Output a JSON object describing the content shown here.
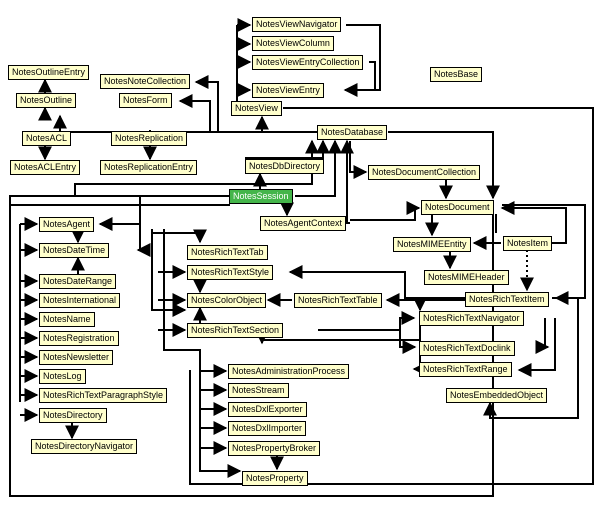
{
  "nodes": {
    "notes_outline_entry": "NotesOutlineEntry",
    "notes_outline": "NotesOutline",
    "notes_acl": "NotesACL",
    "notes_acl_entry": "NotesACLEntry",
    "notes_note_collection": "NotesNoteCollection",
    "notes_form": "NotesForm",
    "notes_replication": "NotesReplication",
    "notes_replication_entry": "NotesReplicationEntry",
    "notes_view_navigator": "NotesViewNavigator",
    "notes_view_column": "NotesViewColumn",
    "notes_view_entry_collection": "NotesViewEntryCollection",
    "notes_view_entry": "NotesViewEntry",
    "notes_view": "NotesView",
    "notes_base": "NotesBase",
    "notes_database": "NotesDatabase",
    "notes_db_directory": "NotesDbDirectory",
    "notes_document_collection": "NotesDocumentCollection",
    "notes_session": "NotesSession",
    "notes_agent_context": "NotesAgentContext",
    "notes_document": "NotesDocument",
    "notes_agent": "NotesAgent",
    "notes_date_time": "NotesDateTime",
    "notes_date_range": "NotesDateRange",
    "notes_international": "NotesInternational",
    "notes_name": "NotesName",
    "notes_registration": "NotesRegistration",
    "notes_newsletter": "NotesNewsletter",
    "notes_log": "NotesLog",
    "notes_rich_text_paragraph_style": "NotesRichTextParagraphStyle",
    "notes_directory": "NotesDirectory",
    "notes_directory_navigator": "NotesDirectoryNavigator",
    "notes_rich_text_tab": "NotesRichTextTab",
    "notes_rich_text_style": "NotesRichTextStyle",
    "notes_color_object": "NotesColorObject",
    "notes_rich_text_table": "NotesRichTextTable",
    "notes_rich_text_section": "NotesRichTextSection",
    "notes_mime_entity": "NotesMIMEEntity",
    "notes_item": "NotesItem",
    "notes_mime_header": "NotesMIMEHeader",
    "notes_rich_text_item": "NotesRichTextItem",
    "notes_rich_text_navigator": "NotesRichTextNavigator",
    "notes_rich_text_doclink": "NotesRichTextDoclink",
    "notes_rich_text_range": "NotesRichTextRange",
    "notes_embedded_object": "NotesEmbeddedObject",
    "notes_administration_process": "NotesAdministrationProcess",
    "notes_stream": "NotesStream",
    "notes_dxl_exporter": "NotesDxlExporter",
    "notes_dxl_importer": "NotesDxlImporter",
    "notes_property_broker": "NotesPropertyBroker",
    "notes_property": "NotesProperty"
  },
  "colors": {
    "node_fill": "#ffffcc",
    "root_fill": "#44b54a",
    "line": "#000000"
  }
}
